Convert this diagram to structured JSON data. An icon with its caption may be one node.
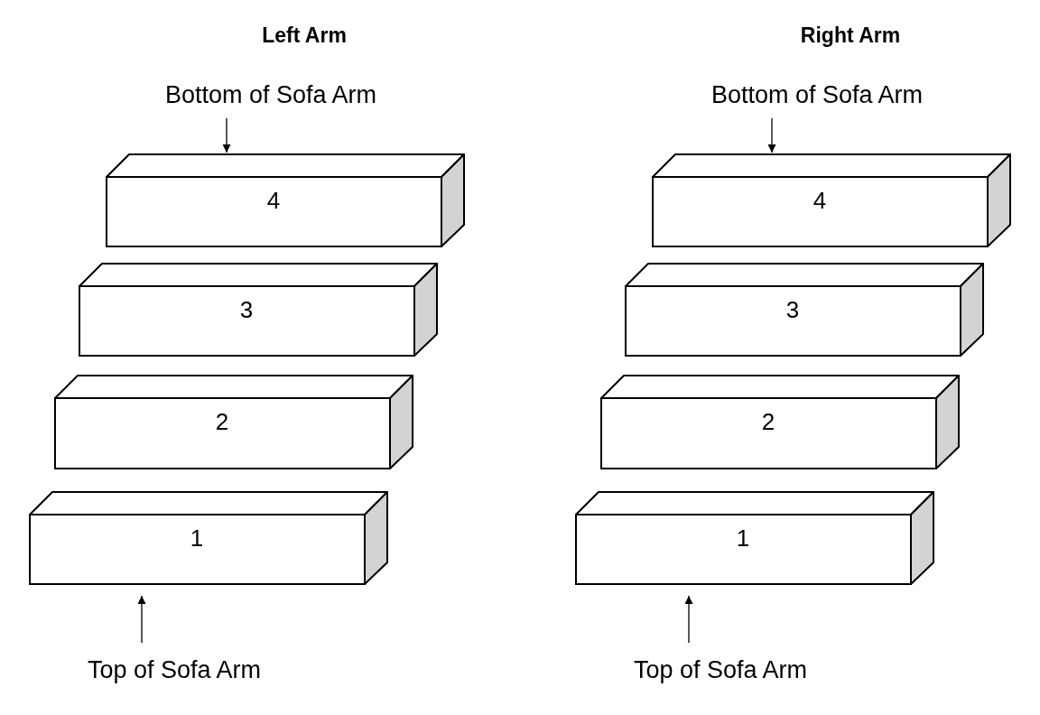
{
  "diagram": {
    "nodes": [
      {
        "text": [
          "Bottom of Sofa Arm"
        ]
      },
      {
        "text": [
          "4"
        ]
      },
      {
        "text": [
          "3"
        ]
      },
      {
        "text": [
          "2"
        ]
      },
      {
        "text": [
          "1"
        ]
      },
      {
        "text": [
          "Top of Sofa Arm"
        ]
      },
      {
        "text": [
          "Bottom of Sofa Arm"
        ]
      },
      {
        "text": [
          "4"
        ]
      },
      {
        "text": [
          "3"
        ]
      },
      {
        "text": [
          "2"
        ]
      },
      {
        "text": [
          "1"
        ]
      },
      {
        "text": [
          "Top of Sofa Arm"
        ]
      }
    ],
    "edges": [
      {
        "from": 0,
        "to": 1,
        "arrow": "to"
      },
      {
        "from": 5,
        "to": 4,
        "arrow": "to"
      },
      {
        "from": 6,
        "to": 7,
        "arrow": "to"
      },
      {
        "from": 11,
        "to": 10,
        "arrow": "to"
      }
    ],
    "labels": [
      "Left Arm",
      "Right Arm"
    ]
  }
}
